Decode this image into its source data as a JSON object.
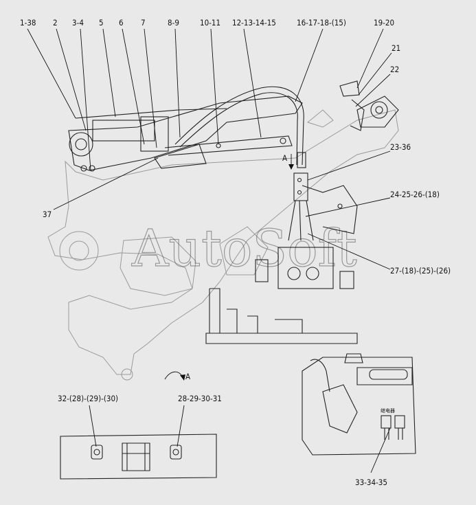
{
  "callouts": {
    "c1": "1-38",
    "c2": "2",
    "c3": "3-4",
    "c4": "5",
    "c5": "6",
    "c6": "7",
    "c7": "8-9",
    "c8": "10-11",
    "c9": "12-13-14-15",
    "c10": "16-17-18-(15)",
    "c11": "19-20",
    "c12": "21",
    "c13": "22",
    "c14": "23-36",
    "c15": "24-25-26-(18)",
    "c16": "27-(18)-(25)-(26)",
    "c17": "37",
    "c18": "32-(28)-(29)-(30)",
    "c19": "28-29-30-31",
    "c20": "33-34-35"
  },
  "view_marks": {
    "view_a_top": "A",
    "view_a_arrow": "A"
  },
  "relay_label": "继电器",
  "watermark": "AutoSoft"
}
